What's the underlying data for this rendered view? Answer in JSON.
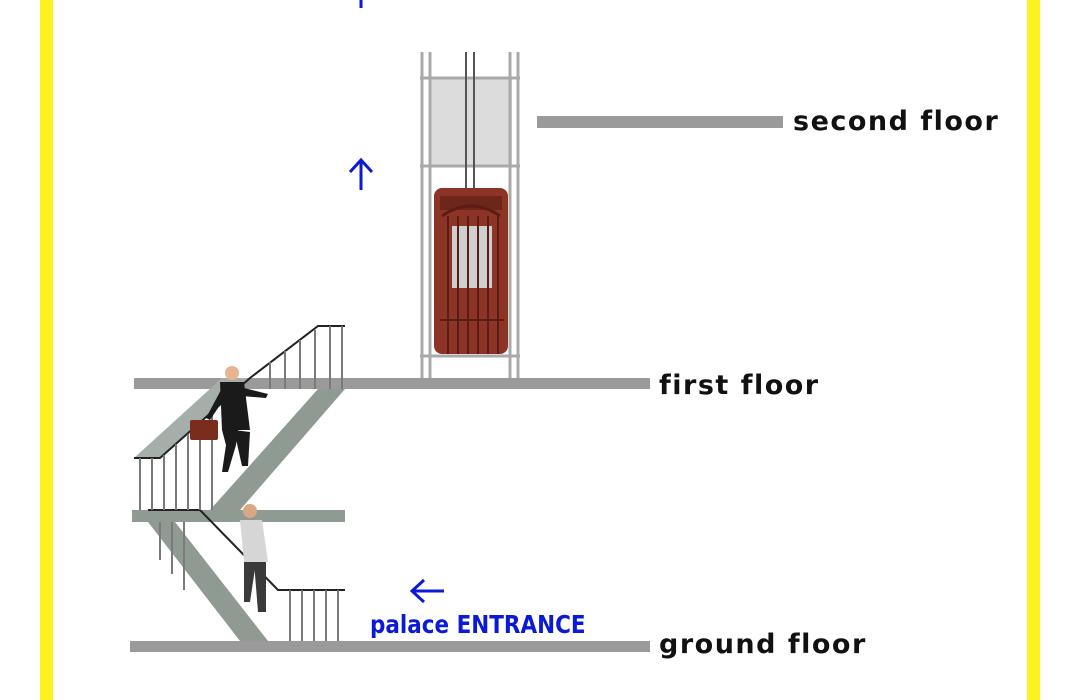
{
  "floors": {
    "second": "second floor",
    "first": "first floor",
    "ground": "ground floor"
  },
  "entrance": {
    "label": "palace ENTRANCE"
  },
  "colors": {
    "frame": "#fbf21f",
    "floor_slab": "#9a9a9a",
    "arrow": "#0b1ad6",
    "elevator_cab": "#8c3526",
    "stairs": "#8f9a93"
  },
  "icons": [
    "arrow-up-icon",
    "arrow-left-icon",
    "elevator-icon",
    "staircase-icon",
    "businessman-icon",
    "walking-man-icon"
  ]
}
